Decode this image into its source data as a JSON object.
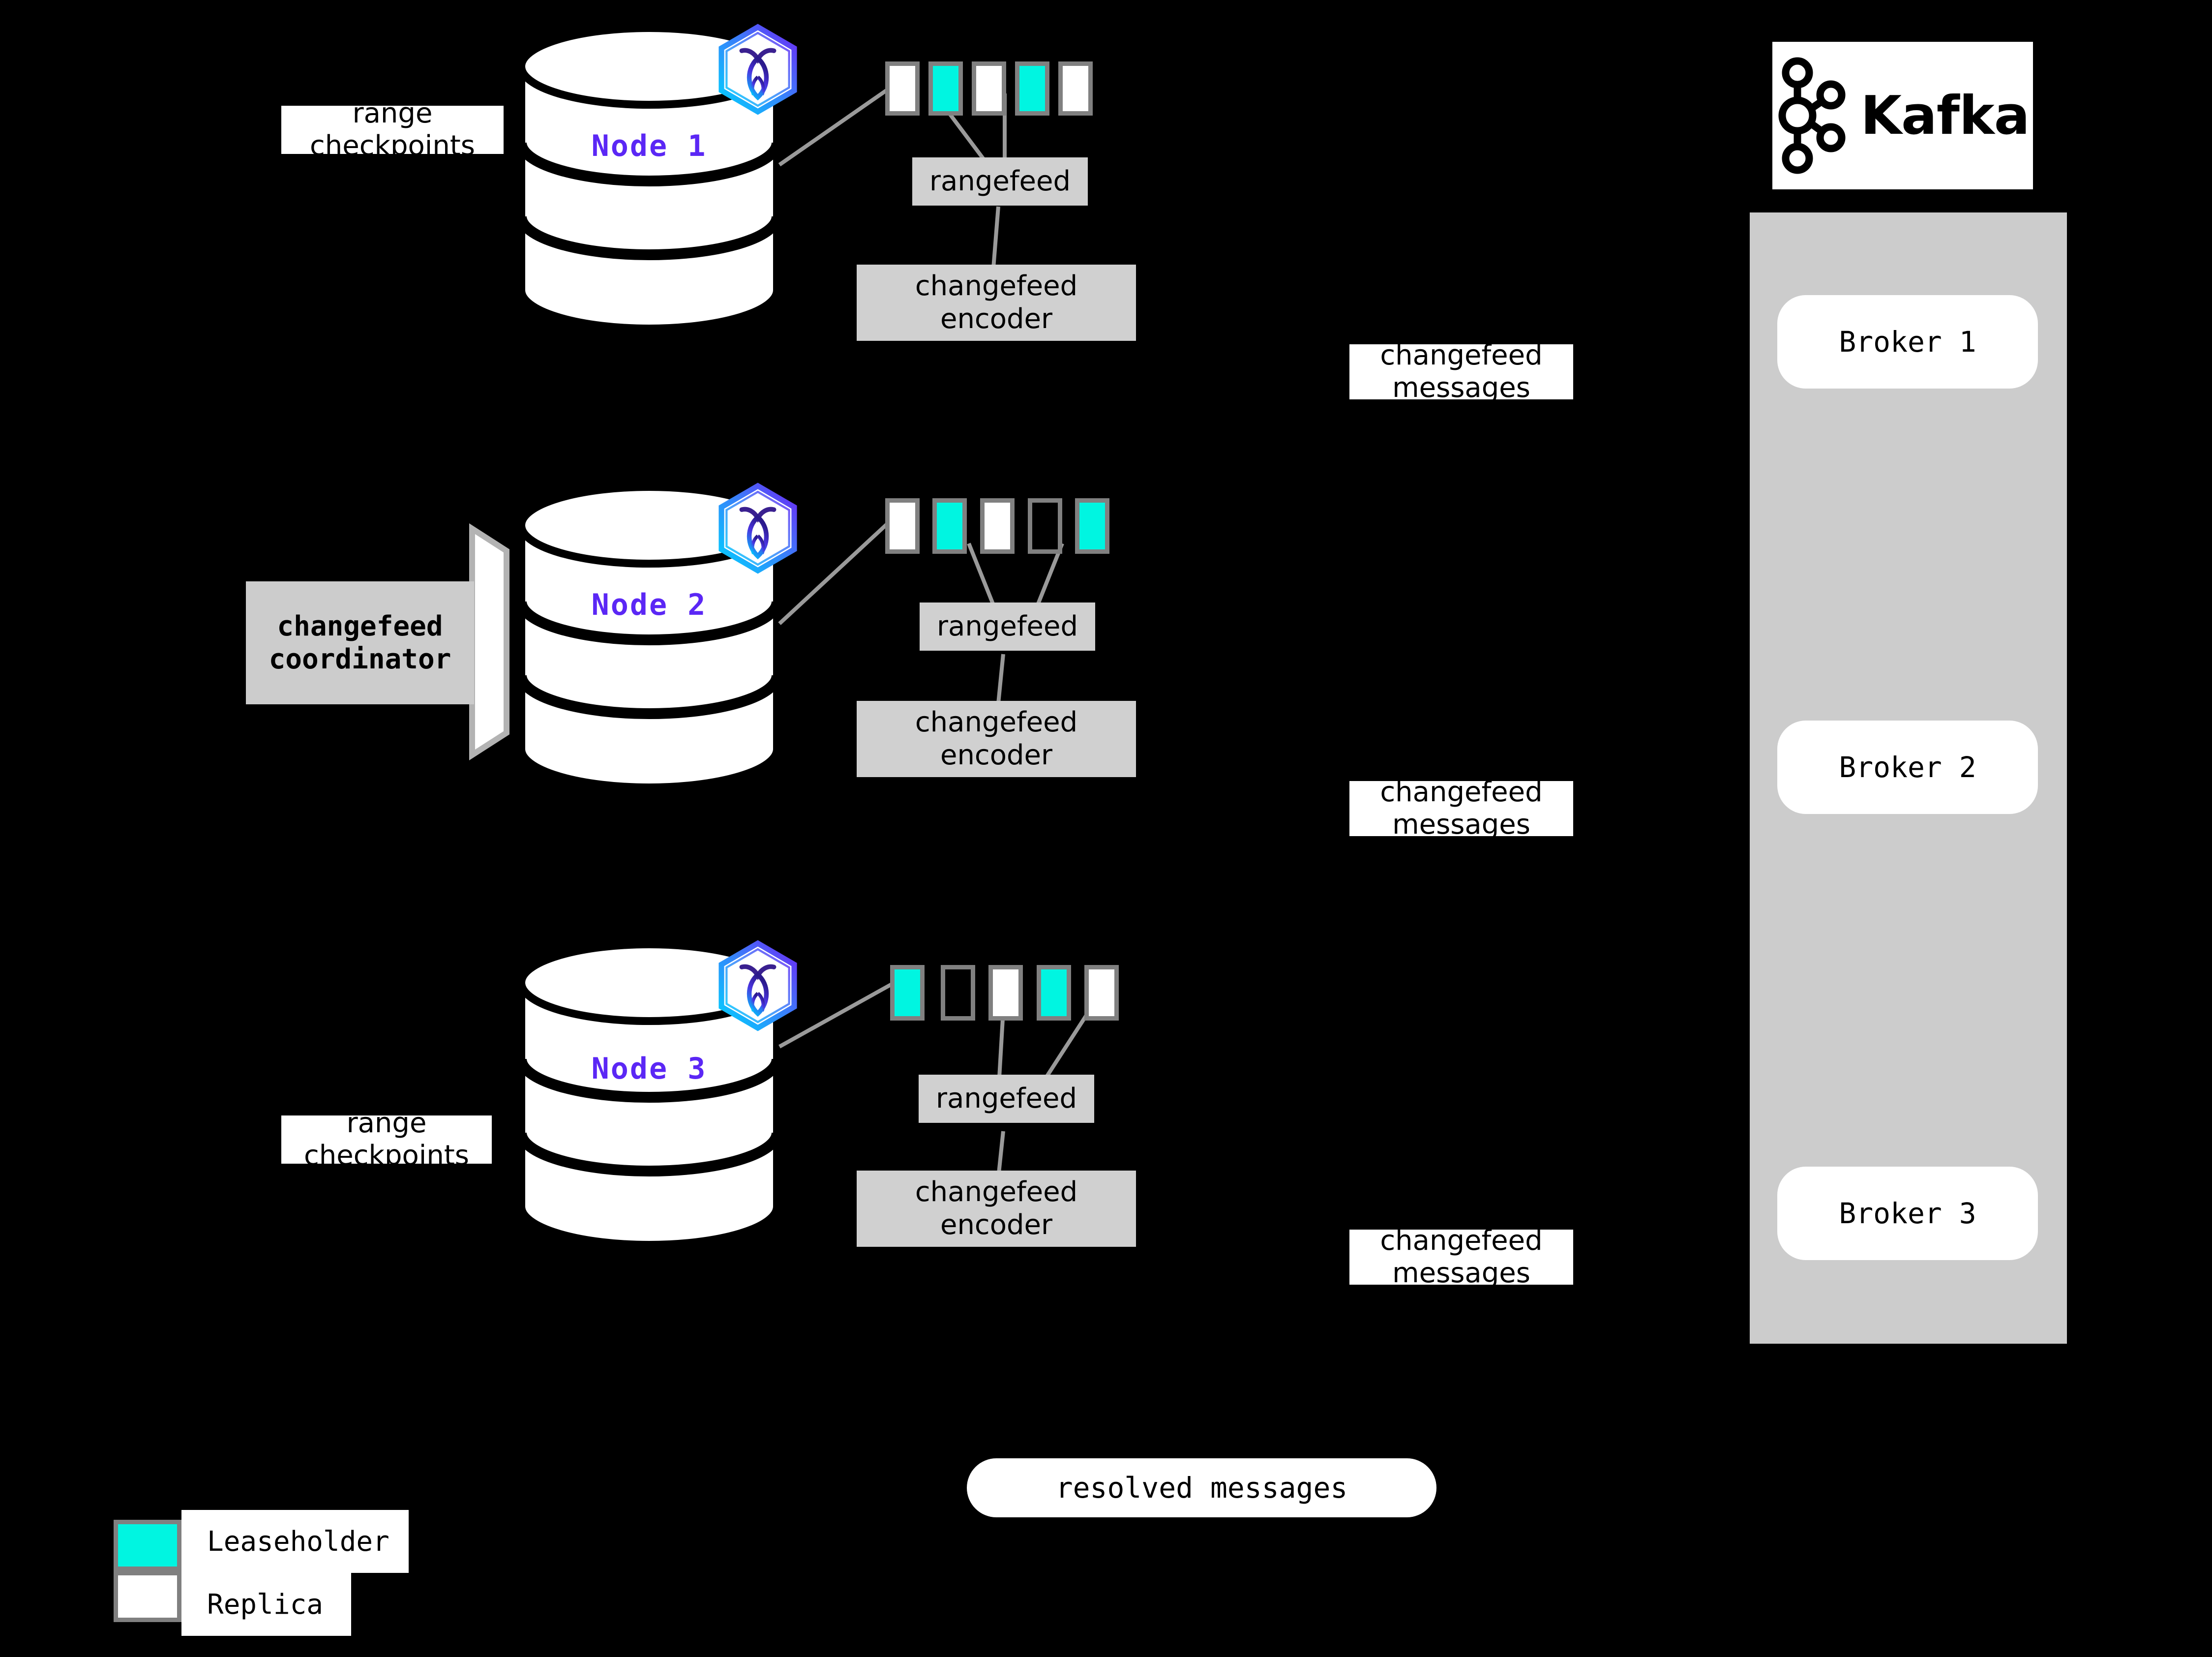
{
  "diagram": {
    "title": "CockroachDB changefeed to Kafka architecture",
    "background": "#000000",
    "accent_purple": "#5b27f5",
    "leaseholder_color": "#00f5e1",
    "replica_color": "#ffffff",
    "range_border_color": "#808080",
    "gray_box_color": "#d0d0d0",
    "kafka_panel_color": "#cccccc"
  },
  "nodes": [
    {
      "label": "Node 1",
      "logo_icon": "cockroachdb-hexagon-icon",
      "checkpoint_label": {
        "line1": "range",
        "line2": "checkpoints"
      },
      "ranges": [
        "replica",
        "leaseholder",
        "replica",
        "leaseholder",
        "replica"
      ],
      "rangefeed_label": "rangefeed",
      "encoder_label": {
        "line1": "changefeed",
        "line2": "encoder"
      }
    },
    {
      "label": "Node 2",
      "logo_icon": "cockroachdb-hexagon-icon",
      "coordinator_label": {
        "line1": "changefeed",
        "line2": "coordinator"
      },
      "ranges": [
        "replica",
        "leaseholder",
        "replica",
        "empty",
        "leaseholder"
      ],
      "rangefeed_label": "rangefeed",
      "encoder_label": {
        "line1": "changefeed",
        "line2": "encoder"
      }
    },
    {
      "label": "Node 3",
      "logo_icon": "cockroachdb-hexagon-icon",
      "checkpoint_label": {
        "line1": "range",
        "line2": "checkpoints"
      },
      "ranges": [
        "leaseholder",
        "empty",
        "replica",
        "leaseholder",
        "replica"
      ],
      "rangefeed_label": "rangefeed",
      "encoder_label": {
        "line1": "changefeed",
        "line2": "encoder"
      }
    }
  ],
  "messages": [
    {
      "line1": "changefeed",
      "line2": "messages"
    },
    {
      "line1": "changefeed",
      "line2": "messages"
    },
    {
      "line1": "changefeed",
      "line2": "messages"
    }
  ],
  "kafka": {
    "brand": "Kafka",
    "logo_icon": "kafka-node-graph-icon",
    "brokers": [
      "Broker 1",
      "Broker 2",
      "Broker 3"
    ]
  },
  "resolved": {
    "label": "resolved messages"
  },
  "legend": {
    "items": [
      {
        "swatch": "leaseholder",
        "label": "Leaseholder",
        "color": "#00f5e1"
      },
      {
        "swatch": "replica",
        "label": "Replica",
        "color": "#ffffff"
      }
    ]
  }
}
